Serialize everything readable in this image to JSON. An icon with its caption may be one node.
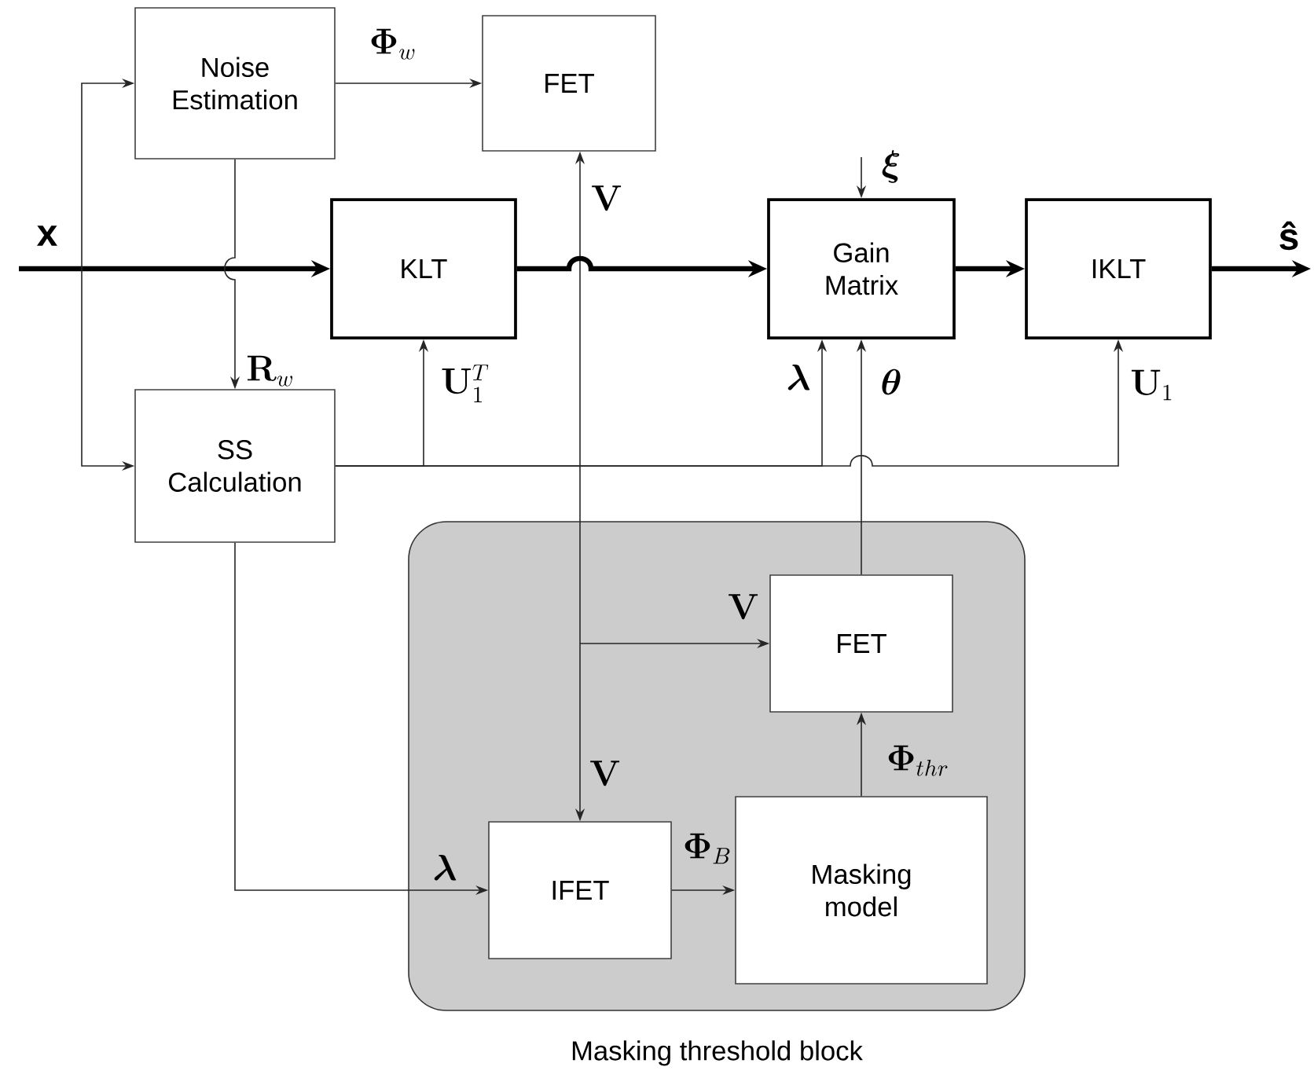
{
  "diagram": {
    "nodes": [
      {
        "text": [
          "Noise Estimation"
        ]
      },
      {
        "text": [
          "FET"
        ]
      },
      {
        "text": [
          "KLT"
        ]
      },
      {
        "text": [
          "Gain Matrix"
        ]
      },
      {
        "text": [
          "IKLT"
        ]
      },
      {
        "text": [
          "SS Calculation"
        ]
      },
      {
        "text": [
          "Masking threshold block"
        ]
      },
      {
        "text": [
          "FET"
        ],
        "in": 6
      },
      {
        "text": [
          "IFET"
        ],
        "in": 6
      },
      {
        "text": [
          "Masking model"
        ],
        "in": 6
      }
    ],
    "edges": [
      {
        "from": null,
        "to": 2,
        "arrow": "to",
        "style": "thick",
        "label": "x"
      },
      {
        "from": null,
        "to": 0,
        "arrow": "to"
      },
      {
        "from": null,
        "to": 5,
        "arrow": "to"
      },
      {
        "from": 0,
        "to": 1,
        "arrow": "to",
        "label": "\\mathbf{\\Phi}_{w}"
      },
      {
        "from": 0,
        "to": 5,
        "arrow": "to",
        "label": "\\mathbf{R}_{w}"
      },
      {
        "from": 5,
        "to": 2,
        "arrow": "to",
        "label": "\\mathbf{U}_{1}^{T}"
      },
      {
        "from": 5,
        "to": 3,
        "arrow": "to",
        "label": "\\boldsymbol{\\lambda}"
      },
      {
        "from": 5,
        "to": 4,
        "arrow": "to",
        "label": "\\mathbf{U}_{1}"
      },
      {
        "from": null,
        "to": 3,
        "arrow": "to",
        "label": "\\boldsymbol{\\xi}"
      },
      {
        "from": null,
        "to": 1,
        "arrow": "to",
        "label": "\\mathbf{V}"
      },
      {
        "from": null,
        "to": 8,
        "arrow": "to",
        "label": "\\mathbf{V}"
      },
      {
        "from": null,
        "to": 7,
        "arrow": "to",
        "label": "\\mathbf{V}"
      },
      {
        "from": 2,
        "to": 3,
        "arrow": "to",
        "style": "thick"
      },
      {
        "from": 3,
        "to": 4,
        "arrow": "to",
        "style": "thick"
      },
      {
        "from": 4,
        "to": null,
        "arrow": "to",
        "style": "thick",
        "label": "ŝ"
      },
      {
        "from": 7,
        "to": 3,
        "arrow": "to",
        "label": "\\boldsymbol{\\theta}"
      },
      {
        "from": 5,
        "to": 8,
        "arrow": "to",
        "label": "\\boldsymbol{\\lambda}"
      },
      {
        "from": 8,
        "to": 9,
        "arrow": "to",
        "label": "\\mathbf{\\Phi}_{B}"
      },
      {
        "from": 9,
        "to": 7,
        "arrow": "to",
        "label": "\\mathbf{\\Phi}_{thr}"
      }
    ]
  }
}
